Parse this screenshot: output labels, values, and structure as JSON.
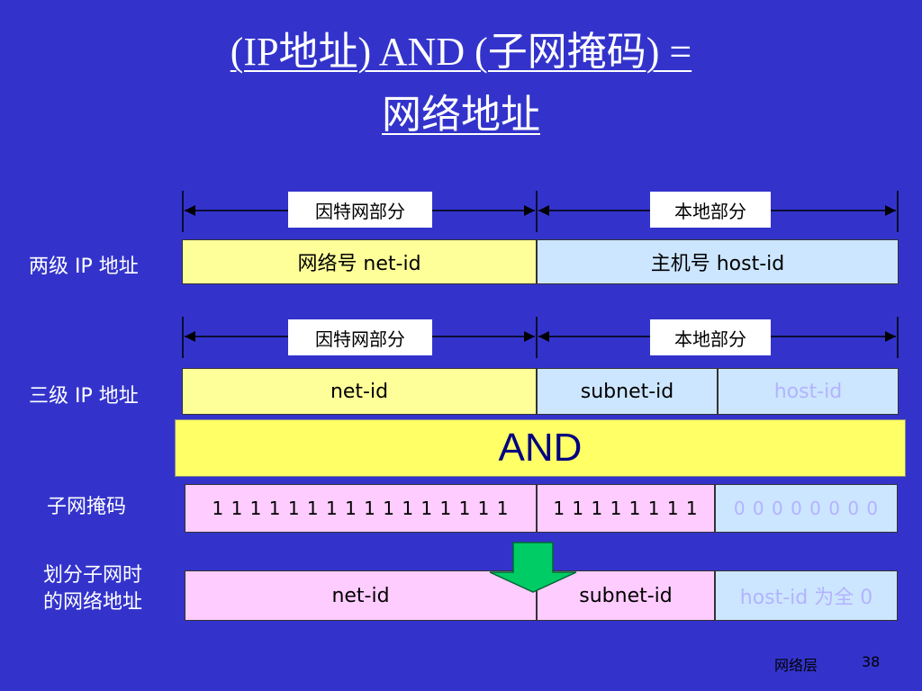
{
  "title": {
    "line1": "(IP地址) AND (子网掩码) =",
    "line2": "网络地址"
  },
  "row1": {
    "label": "两级 IP 地址",
    "span_left": "因特网部分",
    "span_right": "本地部分",
    "cells": [
      "网络号 net-id",
      "主机号 host-id"
    ]
  },
  "row2": {
    "label": "三级 IP 地址",
    "span_left": "因特网部分",
    "span_right": "本地部分",
    "cells": [
      "net-id",
      "subnet-id",
      "host-id"
    ]
  },
  "and_label": "AND",
  "mask": {
    "label": "子网掩码",
    "ones_net": "1 1 1 1 1 1 1 1 1 1 1 1 1 1 1 1",
    "ones_sub": "1 1 1 1 1 1 1 1",
    "zeros_host": "0 0 0 0 0 0 0 0"
  },
  "result": {
    "label_line1": "划分子网时",
    "label_line2": "的网络地址",
    "cells": [
      "net-id",
      "subnet-id",
      "host-id 为全 0"
    ]
  },
  "footer": {
    "section": "网络层",
    "page": "38"
  },
  "colors": {
    "background": "#3333cc",
    "net_fill": "#ffff99",
    "host_fill": "#cce6ff",
    "mask_fill": "#ffccff",
    "and_band": "#ffff66",
    "arrow": "#00cc66"
  }
}
